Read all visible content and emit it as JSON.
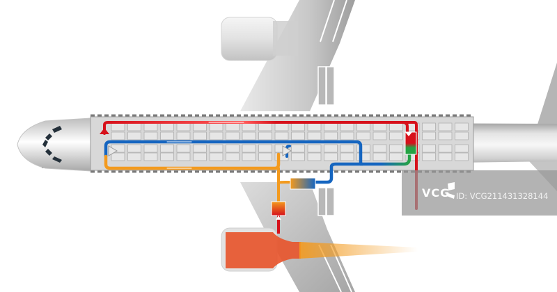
{
  "diagram": {
    "subject": "aircraft-air-conditioning-airflow",
    "view": "top-down cutaway of airliner fuselage",
    "colors": {
      "hot_air": "#d6111b",
      "cold_air": "#1565c0",
      "bleed_air": "#f39a1e",
      "recirculation": "#25a244",
      "fuselage": "#c9c9c9",
      "engine_exhaust": "#e8532a"
    },
    "flows": [
      {
        "name": "hot-air-duct",
        "color": "red"
      },
      {
        "name": "cold-air-duct",
        "color": "blue"
      },
      {
        "name": "bleed-air-duct",
        "color": "orange"
      },
      {
        "name": "recirculation-duct",
        "color": "green"
      }
    ],
    "components": [
      "nose",
      "cockpit-windows",
      "cabin-seat-rows",
      "upper-wing",
      "lower-wing",
      "upper-engine",
      "lower-engine-highlighted",
      "tail-fin",
      "heat-exchanger",
      "pack-unit",
      "mixing-unit"
    ]
  },
  "watermark": {
    "logo": "VCG",
    "id_text": "ID: VCG211431328144"
  }
}
